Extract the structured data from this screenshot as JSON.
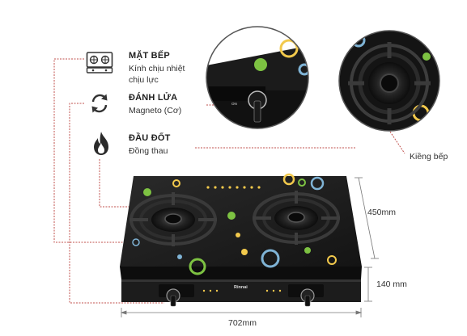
{
  "features": [
    {
      "icon": "cooktop-icon",
      "title": "MẶT BẾP",
      "desc_lines": [
        "Kính chịu nhiệt",
        "chịu lực"
      ]
    },
    {
      "icon": "ignition-icon",
      "title": "ĐÁNH LỬA",
      "desc_lines": [
        "Magneto (Cơ)"
      ]
    },
    {
      "icon": "flame-icon",
      "title": "ĐẦU ĐỐT",
      "desc_lines": [
        "Đồng thau"
      ]
    }
  ],
  "callouts": {
    "pan_support": "Kiềng bếp"
  },
  "dimensions": {
    "depth": "450mm",
    "height": "140 mm",
    "width": "702mm"
  },
  "brand": "Rinnai",
  "colors": {
    "line": "#c0504d",
    "glass": "#1a1a1a",
    "accent_green": "#7dc242",
    "accent_yellow": "#f2c94c",
    "accent_blue": "#7fb3d5"
  }
}
